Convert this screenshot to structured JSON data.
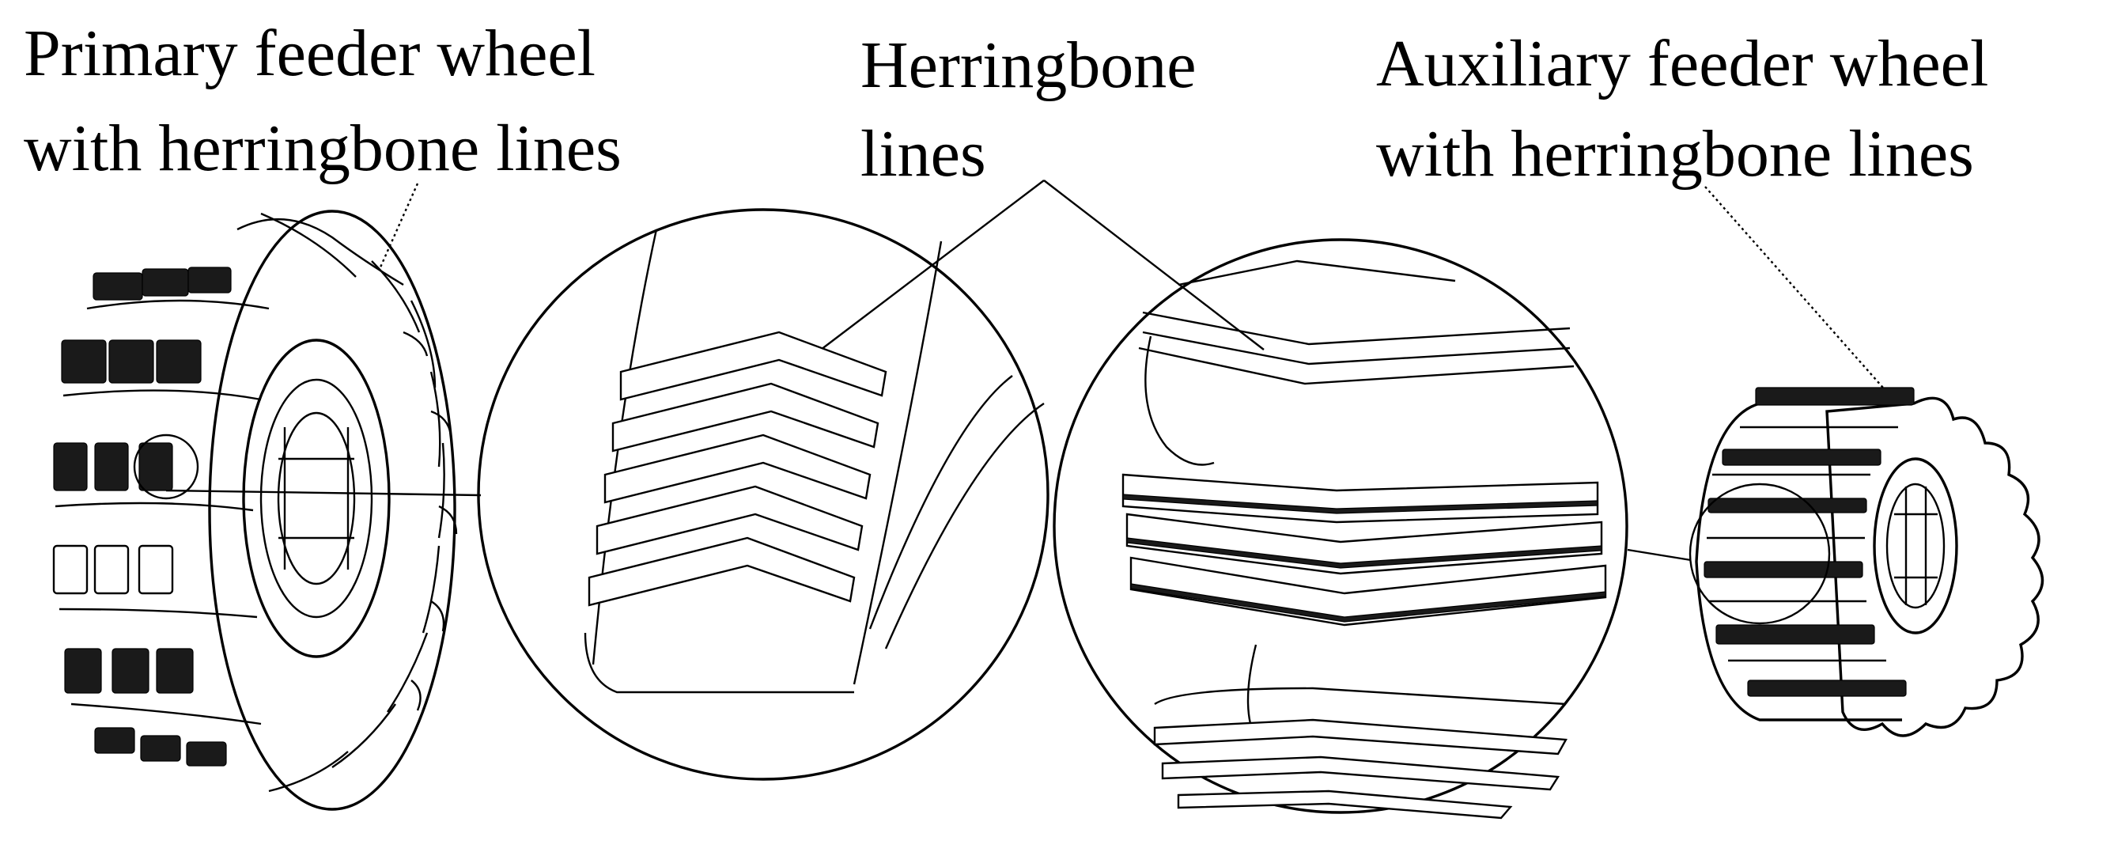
{
  "labels": {
    "primary_line1": "Primary feeder wheel",
    "primary_line2": "with herringbone lines",
    "herringbone_line1": "Herringbone",
    "herringbone_line2": "lines",
    "auxiliary_line1": "Auxiliary feeder wheel",
    "auxiliary_line2": "with herringbone lines"
  },
  "icons": {
    "primary_wheel": "primary-feeder-wheel-icon",
    "auxiliary_wheel": "auxiliary-feeder-wheel-icon",
    "left_zoom": "left-magnified-detail-icon",
    "right_zoom": "right-magnified-detail-icon"
  },
  "colors": {
    "ink": "#000000",
    "background": "#ffffff"
  }
}
